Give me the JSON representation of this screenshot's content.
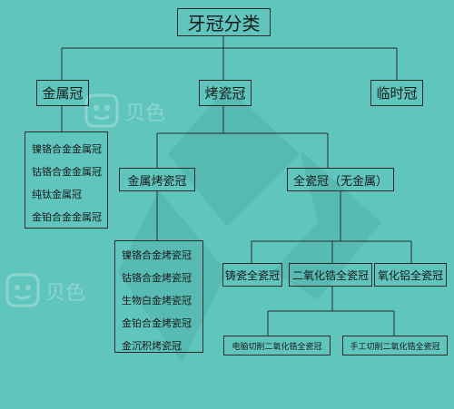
{
  "root": {
    "label": "牙冠分类"
  },
  "level1": {
    "metal": "金属冠",
    "porcelain": "烤瓷冠",
    "temporary": "临时冠"
  },
  "metal_crowns": [
    "镍铬合金金属冠",
    "钴铬合金金属冠",
    "纯钛金属冠",
    "金铂合金金属冠"
  ],
  "porcelain_branch": {
    "metal_porcelain": "金属烤瓷冠",
    "all_ceramic": "全瓷冠（无金属）"
  },
  "metal_porcelain_crowns": [
    "镍铬合金烤瓷冠",
    "钴铬合金烤瓷冠",
    "生物白金烤瓷冠",
    "金铂合金烤瓷冠",
    "金沉积烤瓷冠"
  ],
  "all_ceramic_types": {
    "cast": "铸瓷全瓷冠",
    "zirconia": "二氧化锆全瓷冠",
    "alumina": "氧化铝全瓷冠"
  },
  "zirconia_methods": {
    "cad": "电脑切削二氧化锆全瓷冠",
    "manual": "手工切削二氧化锆全瓷冠"
  },
  "watermark": {
    "text": "贝色"
  }
}
